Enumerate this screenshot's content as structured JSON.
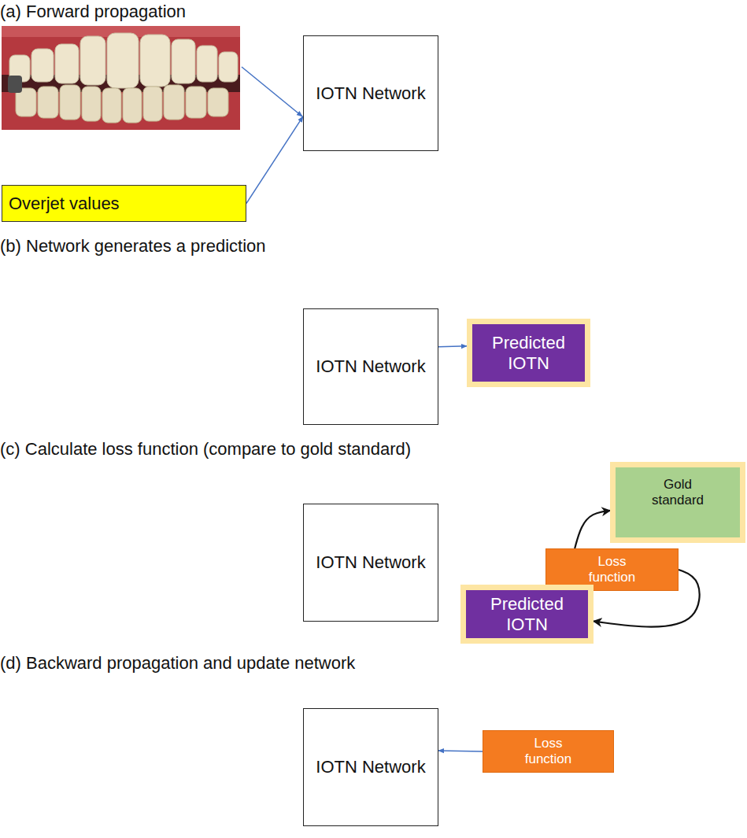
{
  "diagram": {
    "nodes": [
      {
        "text": [
          "IOTN Network"
        ]
      },
      {
        "text": [
          "Overjet values"
        ]
      },
      {
        "text": [
          "IOTN Network"
        ]
      },
      {
        "text": [
          "Predicted IOTN"
        ]
      },
      {
        "text": [
          "IOTN Network"
        ]
      },
      {
        "text": [
          "Gold standard"
        ]
      },
      {
        "text": [
          "Loss function"
        ]
      },
      {
        "text": [
          "Predicted IOTN"
        ]
      },
      {
        "text": [
          "IOTN Network"
        ]
      },
      {
        "text": [
          "Loss function"
        ]
      }
    ],
    "edges": [
      {
        "from": 1,
        "to": 0,
        "arrow": "to"
      },
      {
        "from": 2,
        "to": 3,
        "arrow": "to"
      },
      {
        "from": 6,
        "to": 5,
        "arrow": "to"
      },
      {
        "from": 6,
        "to": 7,
        "arrow": "to"
      },
      {
        "from": 9,
        "to": 8,
        "arrow": "to"
      }
    ],
    "labels": [
      "(a) Forward propagation",
      "(b) Network generates a prediction",
      "(c) Calculate loss function (compare to gold standard)",
      "(d) Backward propagation and update network"
    ]
  }
}
